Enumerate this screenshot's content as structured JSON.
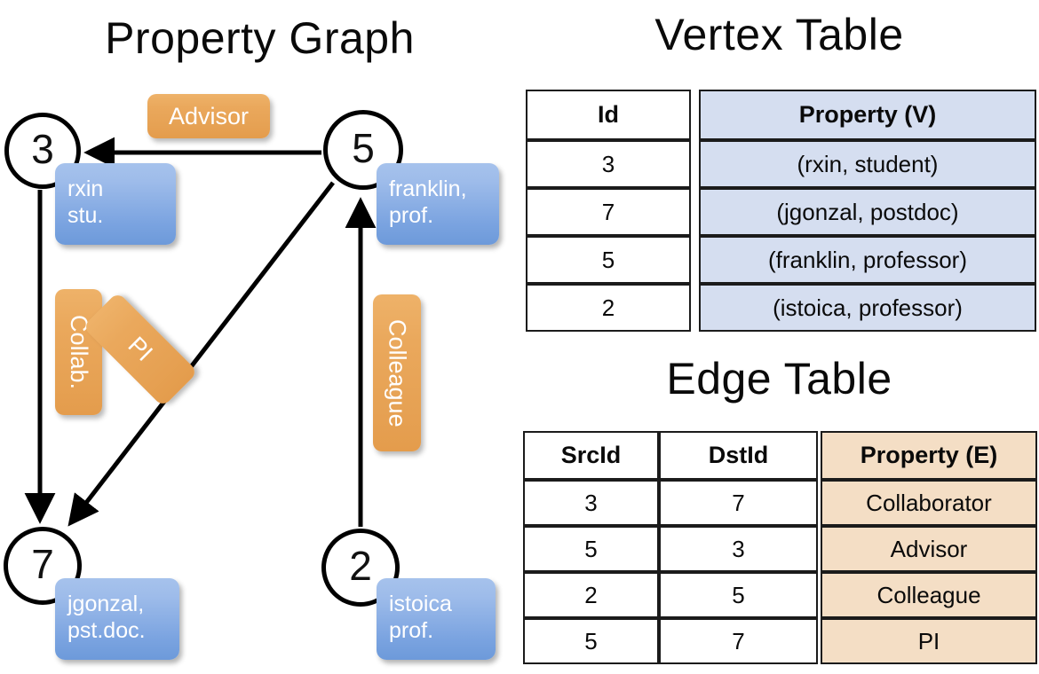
{
  "titles": {
    "property_graph": "Property Graph",
    "vertex_table": "Vertex Table",
    "edge_table": "Edge Table"
  },
  "colors": {
    "node_stroke": "#000000",
    "vertex_property_fill": "#d5def0",
    "edge_property_fill": "#f4dec5",
    "blue_callout": "#7aa3e0",
    "orange_label": "#e6a153",
    "edge_stroke": "#000000"
  },
  "graph": {
    "vertices": [
      {
        "id": "3",
        "property_lines": [
          "rxin",
          "stu."
        ]
      },
      {
        "id": "5",
        "property_lines": [
          "franklin,",
          "prof."
        ]
      },
      {
        "id": "7",
        "property_lines": [
          "jgonzal,",
          "pst.doc."
        ]
      },
      {
        "id": "2",
        "property_lines": [
          "istoica",
          "prof."
        ]
      }
    ],
    "edge_labels": [
      {
        "name": "advisor",
        "text": "Advisor",
        "orientation": "horizontal"
      },
      {
        "name": "collab",
        "text": "Collab.",
        "orientation": "vertical"
      },
      {
        "name": "pi",
        "text": "PI",
        "orientation": "diagonal"
      },
      {
        "name": "colleague",
        "text": "Colleague",
        "orientation": "vertical"
      }
    ],
    "edges": [
      {
        "src": "5",
        "dst": "3",
        "label": "Advisor"
      },
      {
        "src": "3",
        "dst": "7",
        "label": "Collab."
      },
      {
        "src": "5",
        "dst": "7",
        "label": "PI"
      },
      {
        "src": "2",
        "dst": "5",
        "label": "Colleague"
      }
    ]
  },
  "vertex_table": {
    "headers": [
      "Id",
      "Property (V)"
    ],
    "rows": [
      {
        "id": "3",
        "property": "(rxin, student)"
      },
      {
        "id": "7",
        "property": "(jgonzal, postdoc)"
      },
      {
        "id": "5",
        "property": "(franklin, professor)"
      },
      {
        "id": "2",
        "property": "(istoica, professor)"
      }
    ]
  },
  "edge_table": {
    "headers": [
      "SrcId",
      "DstId",
      "Property (E)"
    ],
    "rows": [
      {
        "src": "3",
        "dst": "7",
        "property": "Collaborator"
      },
      {
        "src": "5",
        "dst": "3",
        "property": "Advisor"
      },
      {
        "src": "2",
        "dst": "5",
        "property": "Colleague"
      },
      {
        "src": "5",
        "dst": "7",
        "property": "PI"
      }
    ]
  }
}
